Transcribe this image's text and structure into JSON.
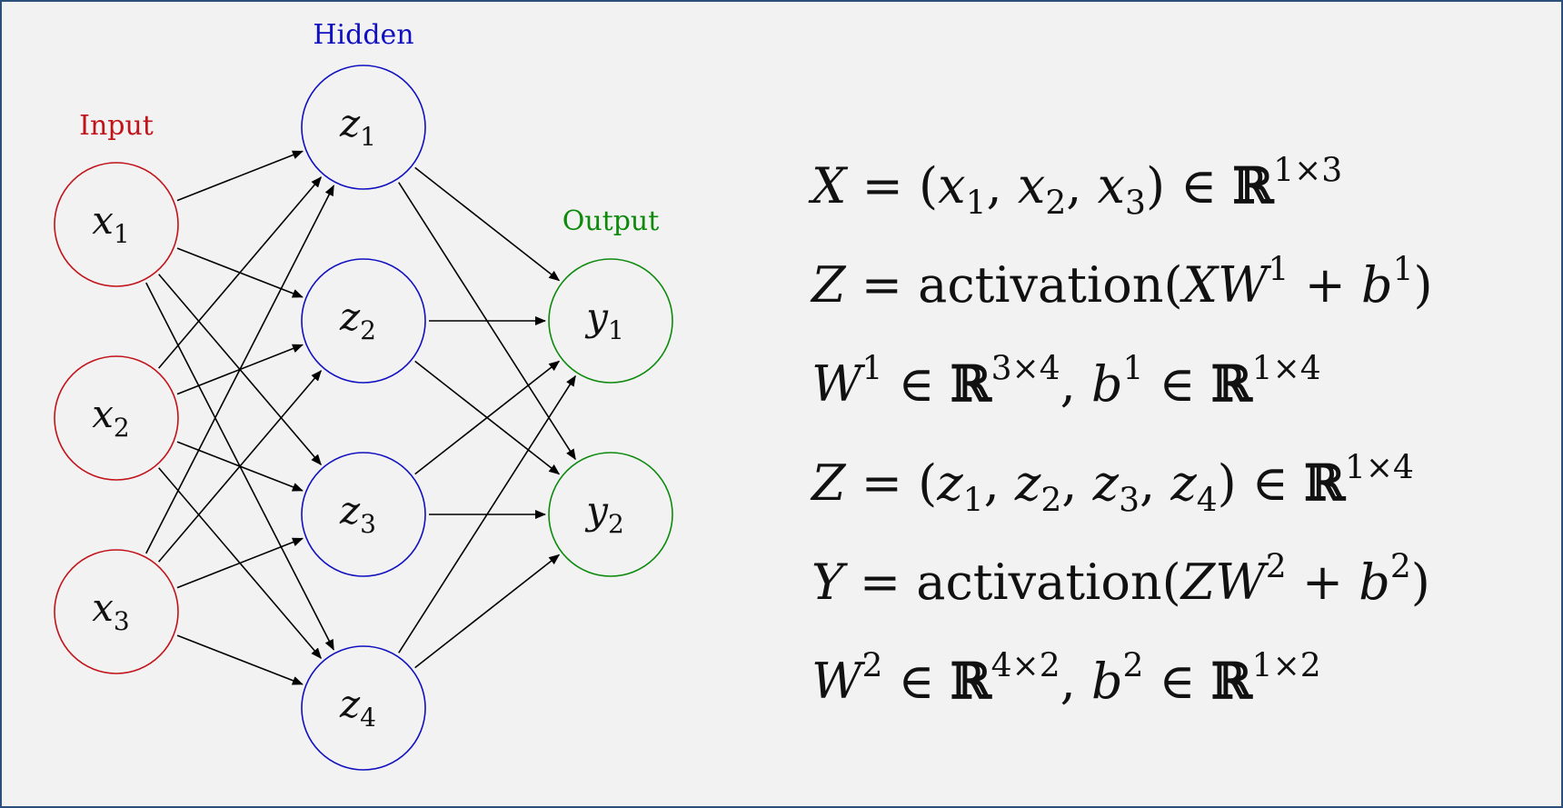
{
  "layers": {
    "input": {
      "label": "Input",
      "color": "#c0141a",
      "nodes": [
        "x1",
        "x2",
        "x3"
      ]
    },
    "hidden": {
      "label": "Hidden",
      "color": "#1010c0",
      "nodes": [
        "z1",
        "z2",
        "z3",
        "z4"
      ]
    },
    "output": {
      "label": "Output",
      "color": "#0d8a0d",
      "nodes": [
        "y1",
        "y2"
      ]
    }
  },
  "node_symbols": {
    "x1": {
      "base": "x",
      "sub": "1"
    },
    "x2": {
      "base": "x",
      "sub": "2"
    },
    "x3": {
      "base": "x",
      "sub": "3"
    },
    "z1": {
      "base": "z",
      "sub": "1"
    },
    "z2": {
      "base": "z",
      "sub": "2"
    },
    "z3": {
      "base": "z",
      "sub": "3"
    },
    "z4": {
      "base": "z",
      "sub": "4"
    },
    "y1": {
      "base": "y",
      "sub": "1"
    },
    "y2": {
      "base": "y",
      "sub": "2"
    }
  },
  "edges": [
    [
      "x1",
      "z1"
    ],
    [
      "x1",
      "z2"
    ],
    [
      "x1",
      "z3"
    ],
    [
      "x1",
      "z4"
    ],
    [
      "x2",
      "z1"
    ],
    [
      "x2",
      "z2"
    ],
    [
      "x2",
      "z3"
    ],
    [
      "x2",
      "z4"
    ],
    [
      "x3",
      "z1"
    ],
    [
      "x3",
      "z2"
    ],
    [
      "x3",
      "z3"
    ],
    [
      "x3",
      "z4"
    ],
    [
      "z1",
      "y1"
    ],
    [
      "z1",
      "y2"
    ],
    [
      "z2",
      "y1"
    ],
    [
      "z2",
      "y2"
    ],
    [
      "z3",
      "y1"
    ],
    [
      "z3",
      "y2"
    ],
    [
      "z4",
      "y1"
    ],
    [
      "z4",
      "y2"
    ]
  ],
  "equations": {
    "eq1": {
      "v": "X",
      "eq": "=",
      "open": "(",
      "t1": "x",
      "s1": "1",
      "t2": "x",
      "s2": "2",
      "t3": "x",
      "s3": "3",
      "close": ")",
      "in": "∈",
      "R": "ℝ",
      "dim": "1×3"
    },
    "eq2": {
      "v": "Z",
      "eq": "=",
      "fn": "activation",
      "open": "(",
      "a": "XW",
      "a_sup": "1",
      "plus": "+",
      "b": "b",
      "b_sup": "1",
      "close": ")"
    },
    "eq3": {
      "w": "W",
      "w_sup": "1",
      "in": "∈",
      "R": "ℝ",
      "w_dim": "3×4",
      "comma": ",",
      "b": "b",
      "b_sup": "1",
      "b_dim": "1×4"
    },
    "eq4": {
      "v": "Z",
      "eq": "=",
      "open": "(",
      "t1": "z",
      "s1": "1",
      "t2": "z",
      "s2": "2",
      "t3": "z",
      "s3": "3",
      "t4": "z",
      "s4": "4",
      "close": ")",
      "in": "∈",
      "R": "ℝ",
      "dim": "1×4"
    },
    "eq5": {
      "v": "Y",
      "eq": "=",
      "fn": "activation",
      "open": "(",
      "a": "ZW",
      "a_sup": "2",
      "plus": "+",
      "b": "b",
      "b_sup": "2",
      "close": ")"
    },
    "eq6": {
      "w": "W",
      "w_sup": "2",
      "in": "∈",
      "R": "ℝ",
      "w_dim": "4×2",
      "comma": ",",
      "b": "b",
      "b_sup": "2",
      "b_dim": "1×2"
    }
  }
}
